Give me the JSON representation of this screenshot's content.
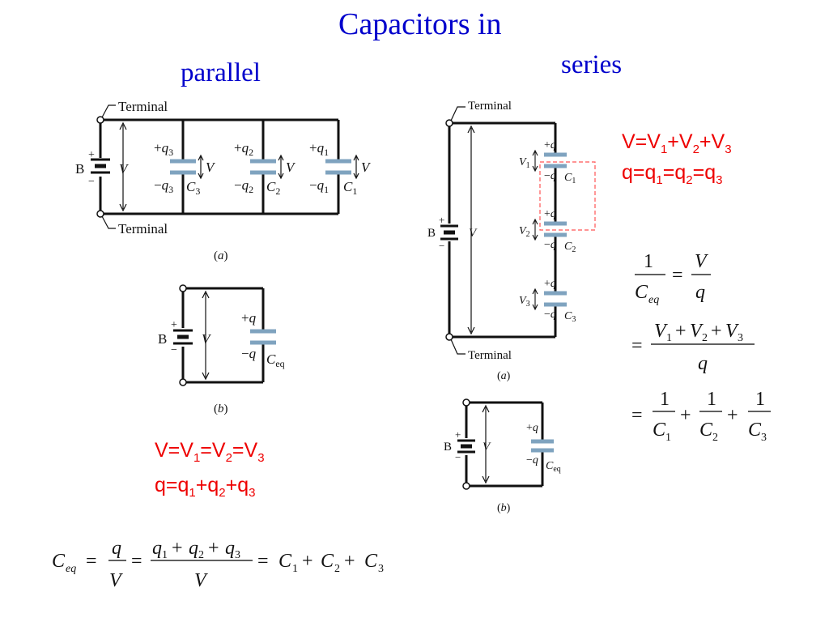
{
  "title": "Capacitors in",
  "parallel_label": "parallel",
  "series_label": "series",
  "circuit": {
    "terminal": "Terminal",
    "battery": "B",
    "plus": "+",
    "minus": "−",
    "voltage": "V",
    "caption_a": "a",
    "caption_b": "b",
    "plus_q": "+q",
    "minus_q": "−q",
    "ceq": "eq",
    "q_labels": [
      "3",
      "2",
      "1"
    ],
    "c_labels": [
      "3",
      "2",
      "1"
    ],
    "series_c": [
      "1",
      "2",
      "3"
    ],
    "series_v": [
      "1",
      "2",
      "3"
    ]
  },
  "parallel_eq": {
    "line1": [
      "V=V",
      "1",
      "=V",
      "2",
      "=V",
      "3"
    ],
    "line2": [
      "q=q",
      "1",
      "+q",
      "2",
      "+q",
      "3"
    ]
  },
  "series_eq": {
    "line1": [
      "V=V",
      "1",
      "+V",
      "2",
      "+V",
      "3"
    ],
    "line2": [
      "q=q",
      "1",
      "=q",
      "2",
      "=q",
      "3"
    ]
  },
  "colors": {
    "title": "#0000cc",
    "equation": "#ee0000",
    "wire": "#111111",
    "capacitor_plate": "#7fa3bf",
    "highlight_box": "#ff5555"
  }
}
